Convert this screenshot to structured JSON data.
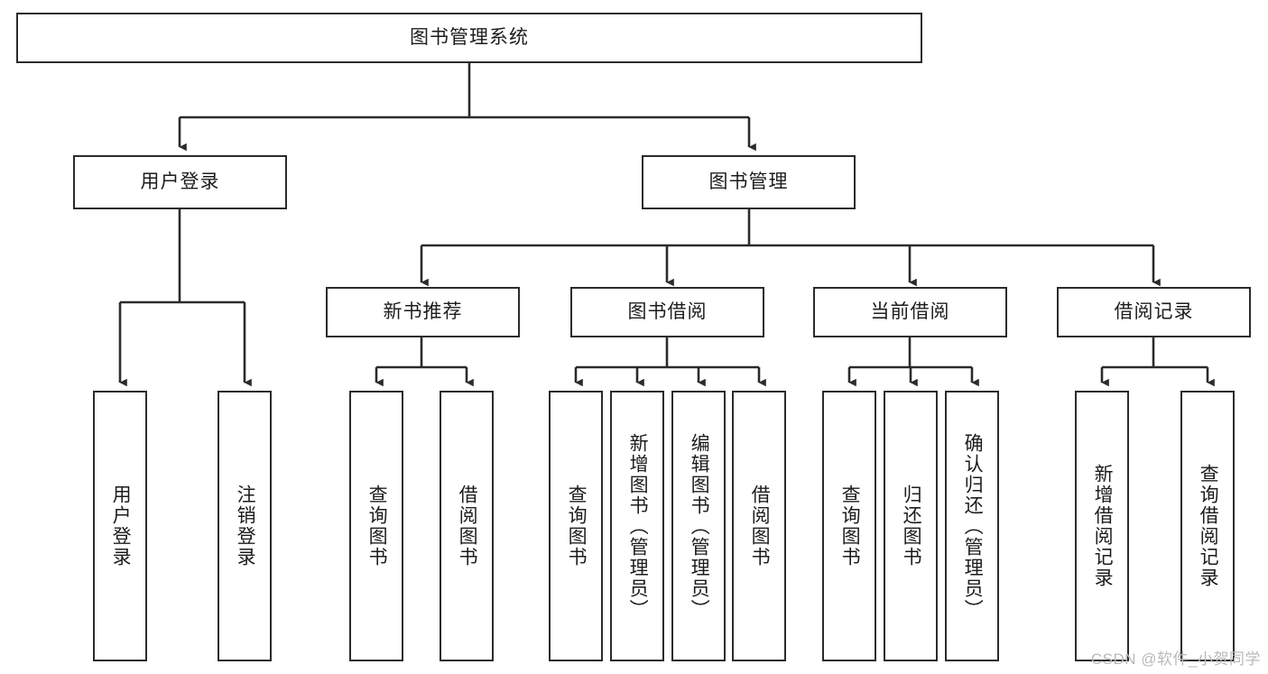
{
  "diagram": {
    "title": "图书管理系统",
    "type": "tree",
    "background_color": "#ffffff",
    "box_border_color": "#2b2b2b",
    "text_color": "#1c1c1c",
    "connector_color": "#2b2b2b"
  },
  "nodes": {
    "root": {
      "label": "图书管理系统",
      "level": 1,
      "orientation": "horizontal"
    },
    "level2": [
      {
        "id": "user-login",
        "label": "用户登录"
      },
      {
        "id": "book-management",
        "label": "图书管理"
      }
    ],
    "level3": [
      {
        "id": "new-book-recommend",
        "label": "新书推荐"
      },
      {
        "id": "book-borrow",
        "label": "图书借阅"
      },
      {
        "id": "current-borrow",
        "label": "当前借阅"
      },
      {
        "id": "borrow-record",
        "label": "借阅记录"
      }
    ],
    "leaves": {
      "user-login": [
        {
          "id": "leaf-user-login",
          "label": "用户登录"
        },
        {
          "id": "leaf-user-logout",
          "label": "注销登录"
        }
      ],
      "new-book-recommend": [
        {
          "id": "leaf-query-book-1",
          "label": "查询图书"
        },
        {
          "id": "leaf-borrow-book-1",
          "label": "借阅图书"
        }
      ],
      "book-borrow": [
        {
          "id": "leaf-query-book-2",
          "label": "查询图书"
        },
        {
          "id": "leaf-add-book",
          "label": "新增图书（管理员）"
        },
        {
          "id": "leaf-edit-book",
          "label": "编辑图书（管理员）"
        },
        {
          "id": "leaf-borrow-book-2",
          "label": "借阅图书"
        }
      ],
      "current-borrow": [
        {
          "id": "leaf-query-book-3",
          "label": "查询图书"
        },
        {
          "id": "leaf-return-book",
          "label": "归还图书"
        },
        {
          "id": "leaf-confirm-return",
          "label": "确认归还（管理员）"
        }
      ],
      "borrow-record": [
        {
          "id": "leaf-add-borrow-record",
          "label": "新增借阅记录"
        },
        {
          "id": "leaf-query-borrow-record",
          "label": "查询借阅记录"
        }
      ]
    }
  },
  "watermark": {
    "text": "CSDN @软件_小贺同学"
  }
}
